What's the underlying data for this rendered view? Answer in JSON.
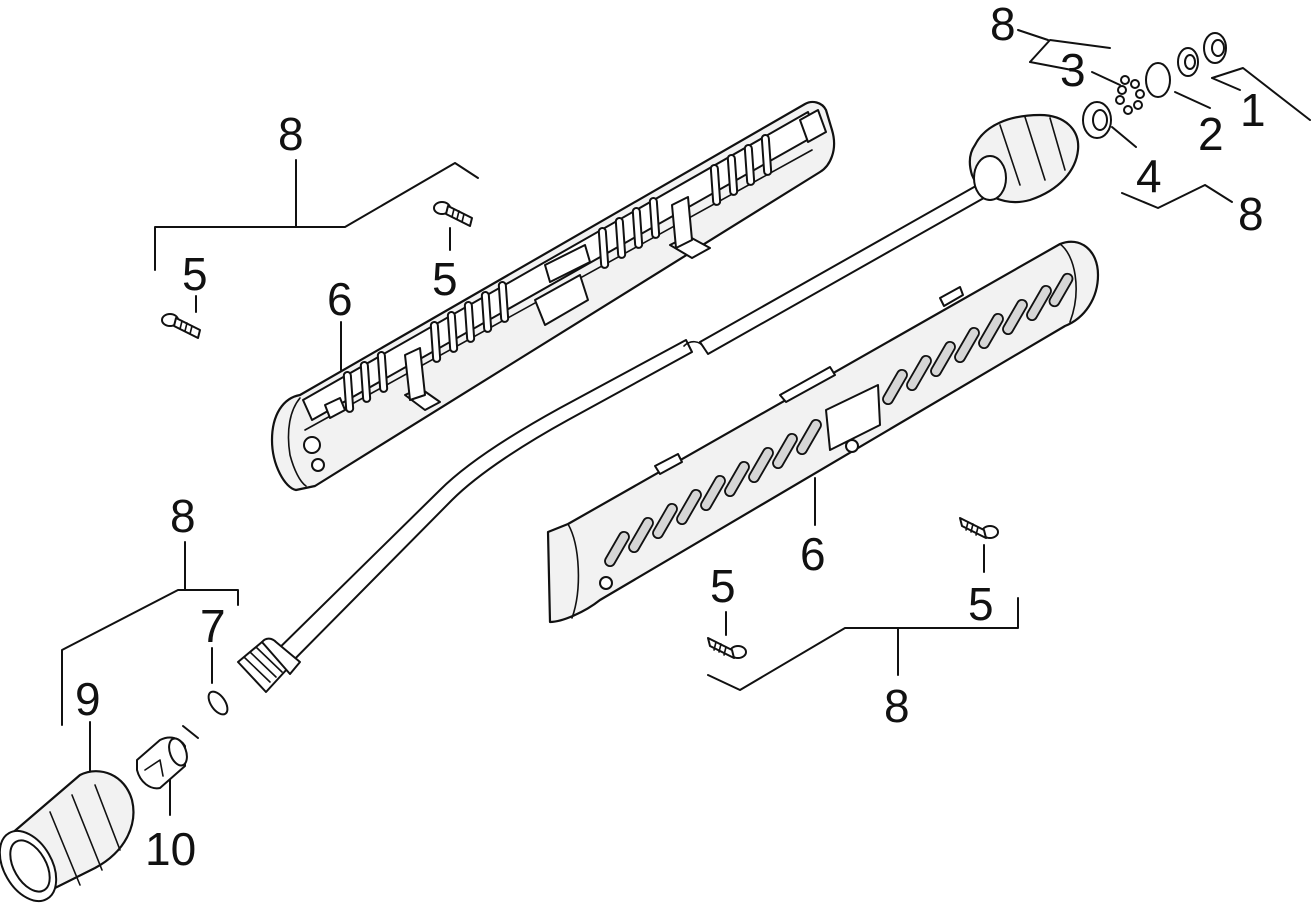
{
  "diagram": {
    "callouts": {
      "c1": "1",
      "c2": "2",
      "c3": "3",
      "c4": "4",
      "c5a": "5",
      "c5b": "5",
      "c5c": "5",
      "c5d": "5",
      "c6a": "6",
      "c6b": "6",
      "c7": "7",
      "c8a": "8",
      "c8b": "8",
      "c8c": "8",
      "c8d": "8",
      "c8e": "8",
      "c9": "9",
      "c10": "10"
    }
  }
}
